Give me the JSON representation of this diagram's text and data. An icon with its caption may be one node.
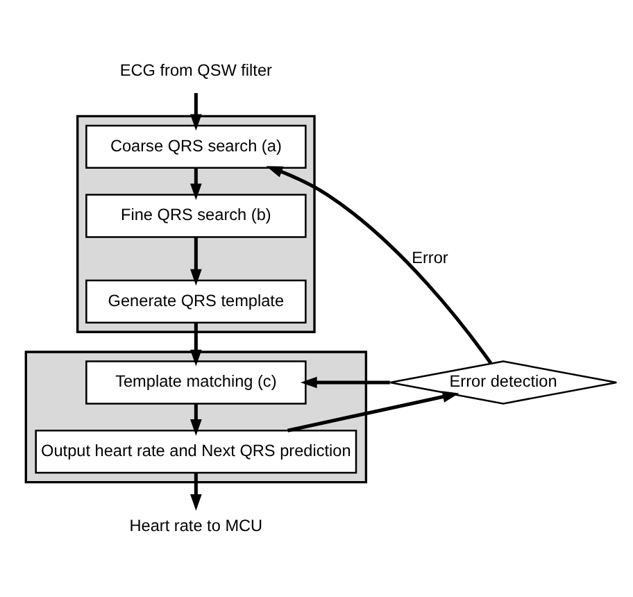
{
  "diagram": {
    "nodes": [
      {
        "text": [
          "ECG from QSW filter"
        ]
      },
      {
        "text": [],
        "shape": "box"
      },
      {
        "text": [
          "Coarse QRS search (a)"
        ],
        "in": 1
      },
      {
        "text": [
          "Fine QRS search (b)"
        ],
        "in": 1
      },
      {
        "text": [
          "Generate QRS template"
        ],
        "in": 1
      },
      {
        "text": [],
        "shape": "box"
      },
      {
        "text": [
          "Template matching (c)"
        ],
        "in": 5
      },
      {
        "text": [
          "Output heart rate and Next QRS prediction"
        ],
        "in": 5
      },
      {
        "text": [
          "Error detection"
        ]
      },
      {
        "text": [
          "Heart rate to MCU"
        ]
      }
    ],
    "edges": [
      {
        "from": 0,
        "to": 2,
        "arrow": "to"
      },
      {
        "from": 2,
        "to": 3,
        "arrow": "to"
      },
      {
        "from": 3,
        "to": 4,
        "arrow": "to"
      },
      {
        "from": 4,
        "to": 6,
        "arrow": "to"
      },
      {
        "from": 6,
        "to": 7,
        "arrow": "to"
      },
      {
        "from": 7,
        "to": 8,
        "arrow": "to"
      },
      {
        "from": 8,
        "to": 2,
        "arrow": "to",
        "label": "Error"
      },
      {
        "from": 8,
        "to": 6,
        "arrow": "to"
      },
      {
        "from": 7,
        "to": 9,
        "arrow": "to"
      }
    ]
  }
}
